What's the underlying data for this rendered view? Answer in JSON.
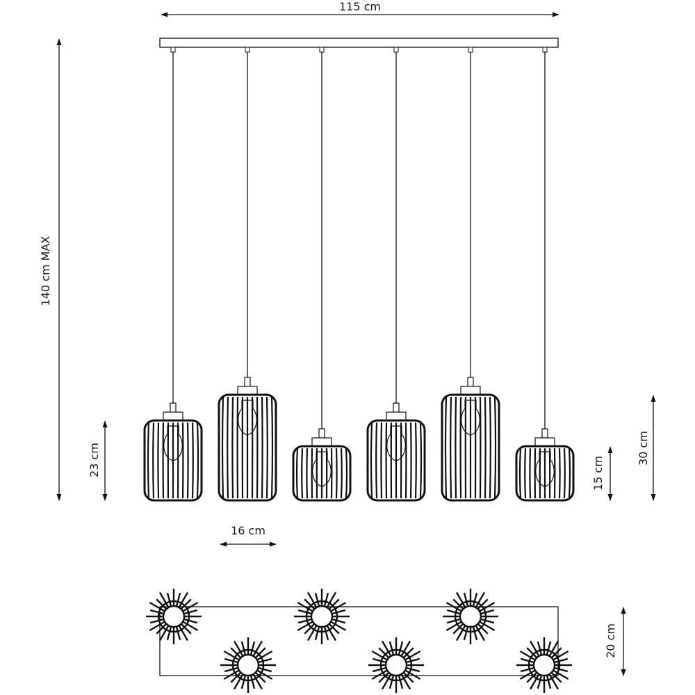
{
  "dimensions": {
    "width": "115 cm",
    "height_max": "140 cm MAX",
    "medium_shade_height": "23 cm",
    "shade_diameter": "16 cm",
    "short_shade_height": "15 cm",
    "tall_shade_height": "30 cm",
    "canopy_depth": "20 cm"
  },
  "pendants": [
    {
      "type": "medium"
    },
    {
      "type": "tall"
    },
    {
      "type": "short"
    },
    {
      "type": "medium"
    },
    {
      "type": "tall"
    },
    {
      "type": "short"
    }
  ],
  "colors": {
    "line": "#111111"
  }
}
